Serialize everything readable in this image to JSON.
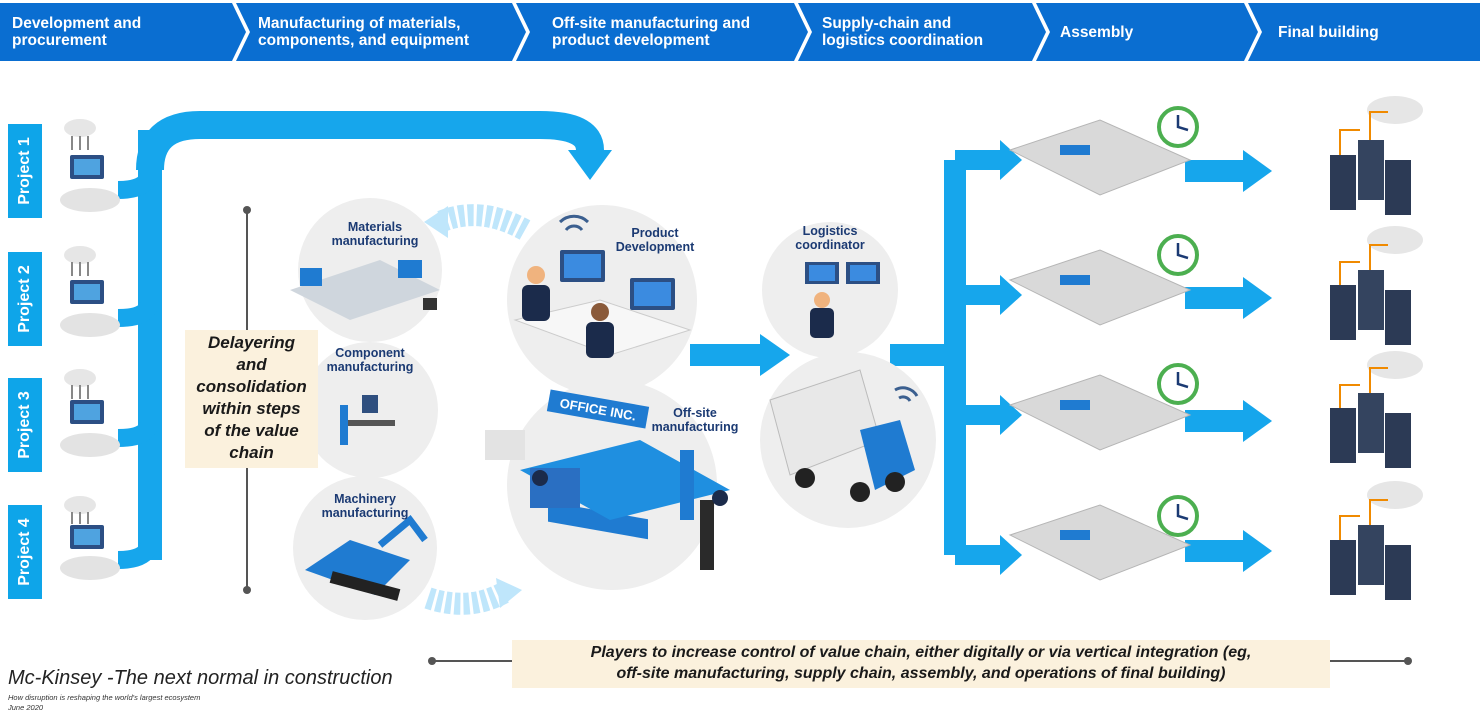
{
  "value_chain_steps": [
    {
      "line1": "Development and",
      "line2": "procurement"
    },
    {
      "line1": "Manufacturing of materials,",
      "line2": "components, and equipment"
    },
    {
      "line1": "Off-site manufacturing and",
      "line2": "product development"
    },
    {
      "line1": "Supply-chain and",
      "line2": "logistics coordination"
    },
    {
      "line1": "Assembly",
      "line2": ""
    },
    {
      "line1": "Final building",
      "line2": ""
    }
  ],
  "projects": [
    "Project 1",
    "Project 2",
    "Project 3",
    "Project 4"
  ],
  "nodes": {
    "materials": {
      "line1": "Materials",
      "line2": "manufacturing"
    },
    "component": {
      "line1": "Component",
      "line2": "manufacturing"
    },
    "machinery": {
      "line1": "Machinery",
      "line2": "manufacturing"
    },
    "product_dev": {
      "line1": "Product",
      "line2": "Development"
    },
    "offsite": {
      "line1": "Off-site",
      "line2": "manufacturing"
    },
    "logistics": {
      "line1": "Logistics",
      "line2": "coordinator"
    },
    "office_sign": "OFFICE INC."
  },
  "callouts": {
    "delayering": [
      "Delayering",
      "and",
      "consolidation",
      "within steps",
      "of the value",
      "chain"
    ],
    "players_line1": "Players to increase control of value chain, either digitally or via vertical integration (eg,",
    "players_line2": "off-site manufacturing, supply chain, assembly, and operations of final building)"
  },
  "citation": {
    "title": "Mc-Kinsey -The next normal in construction",
    "subtitle": "How disruption is reshaping the world's largest ecosystem",
    "date": "June 2020"
  },
  "colors": {
    "header_blue": "#0a6ed1",
    "arrow_blue": "#16a6ec",
    "light_arrow": "#bfe6fb",
    "clock_green": "#4caf50",
    "orange": "#f08a00"
  }
}
